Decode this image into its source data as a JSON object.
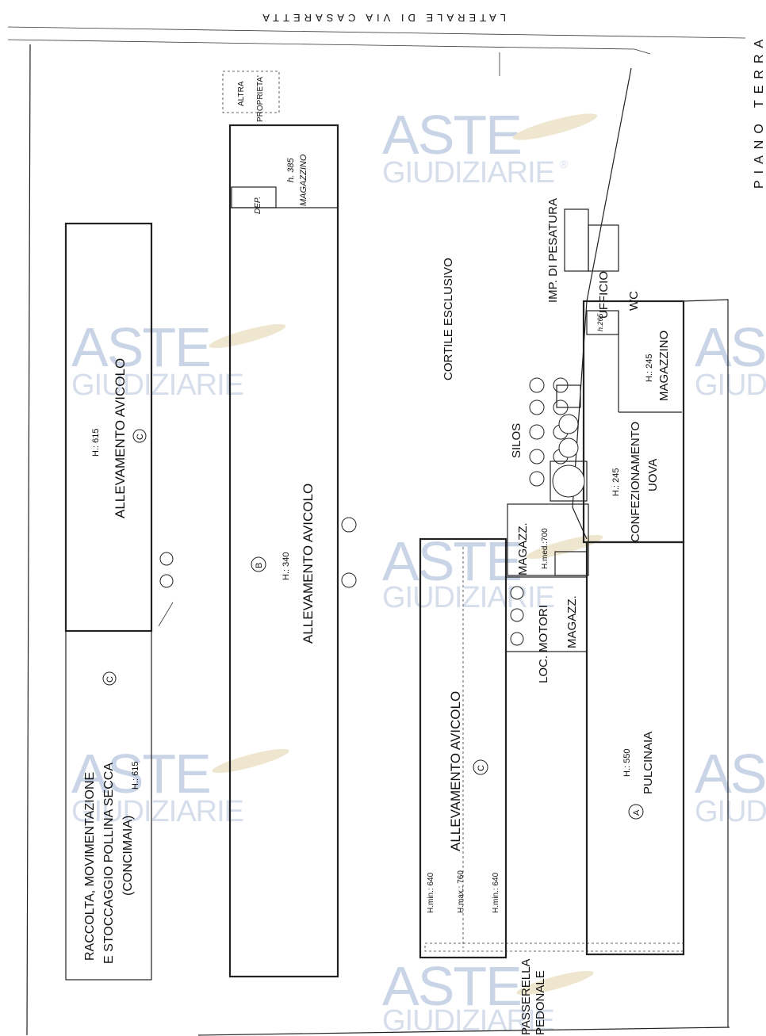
{
  "street": "LATERALE DI VIA CASARETTA",
  "floor": "PIANO TERRA",
  "neighbor": [
    "ALTRA",
    "PROPRIETA'"
  ],
  "courtyard": "CORTILE ESCLUSIVO",
  "weighing": "IMP. DI PESATURA",
  "office": "UFFICIO",
  "wc": "WC",
  "h265": "h.265",
  "silos": "SILOS",
  "warehouse_b": {
    "height": "h. 385",
    "name": "MAGAZZINO",
    "dep": "DEP."
  },
  "building_b": {
    "letter": "B",
    "height": "H.: 340",
    "name": "ALLEVAMENTO AVICOLO"
  },
  "building_c_top": {
    "height": "H.: 615",
    "name": "ALLEVAMENTO AVICOLO",
    "letter": "C"
  },
  "building_c_bottom": {
    "letter": "C",
    "height": "H.: 615",
    "lines": [
      "RACCOLTA, MOVIMENTAZIONE",
      "E STOCCAGGIO POLLINA SECCA",
      "(CONCIMAIA)"
    ]
  },
  "building_c_right": {
    "name": "ALLEVAMENTO AVICOLO",
    "letter": "C",
    "hmin1": "H.min.: 640",
    "hmax": "H.max.: 760",
    "hmin2": "H.min.: 640"
  },
  "magazz_top": "MAGAZZ.",
  "h_med": "H.med.:700",
  "magazz_low": "MAGAZZ.",
  "loc_motori": "LOC. MOTORI",
  "magazzino_a": {
    "height": "H.: 245",
    "name": "MAGAZZINO"
  },
  "confezionamento": {
    "height": "H.: 245",
    "name1": "CONFEZIONAMENTO",
    "name2": "UOVA"
  },
  "pulcinaia": {
    "height": "H.: 550",
    "name": "PULCINAIA",
    "letter": "A"
  },
  "passerella": [
    "PASSERELLA",
    "PEDONALE"
  ],
  "watermark": {
    "brand": "ASTE",
    "sub": "GIUDIZIARIE",
    "reg": "®"
  }
}
